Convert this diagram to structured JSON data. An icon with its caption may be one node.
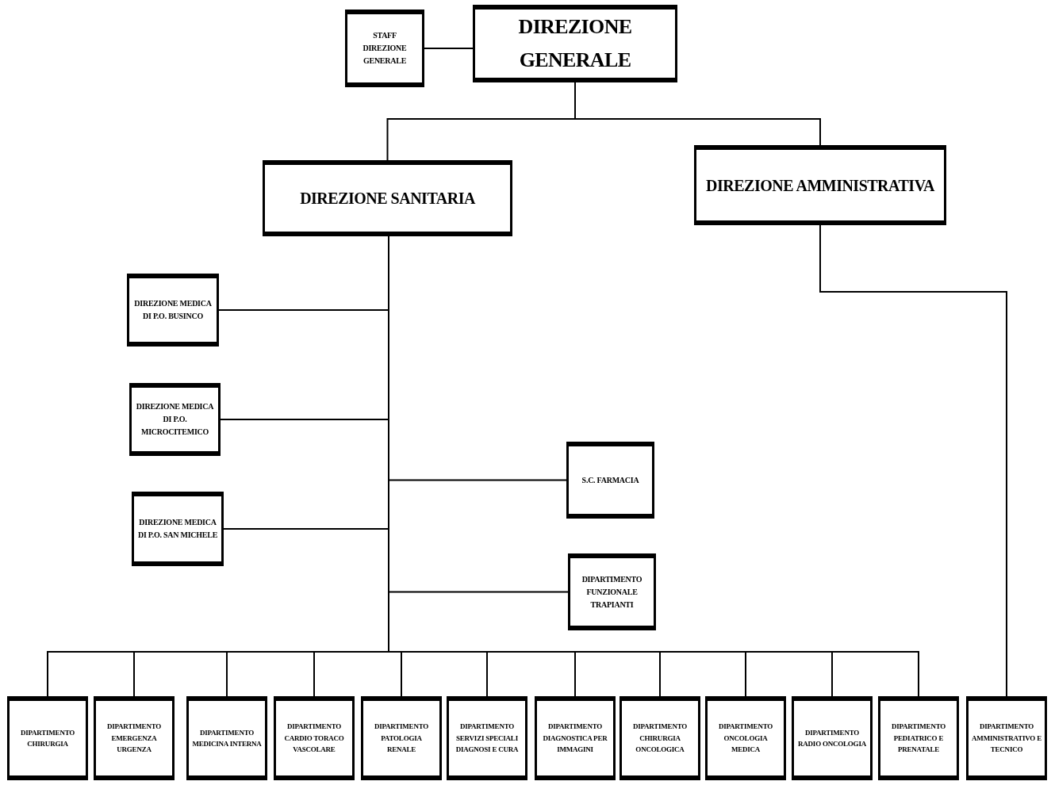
{
  "diagram": {
    "nodes": [
      {
        "text": [
          "STAFF DIREZIONE GENERALE"
        ]
      },
      {
        "text": [
          "DIREZIONE GENERALE"
        ]
      },
      {
        "text": [
          "DIREZIONE SANITARIA"
        ]
      },
      {
        "text": [
          "DIREZIONE AMMINISTRATIVA"
        ]
      },
      {
        "text": [
          "DIREZIONE MEDICA DI P.O. BUSINCO"
        ]
      },
      {
        "text": [
          "DIREZIONE MEDICA DI P.O. MICROCITEMICO"
        ]
      },
      {
        "text": [
          "DIREZIONE MEDICA DI P.O. SAN MICHELE"
        ]
      },
      {
        "text": [
          "S.C. FARMACIA"
        ]
      },
      {
        "text": [
          "DIPARTIMENTO FUNZIONALE TRAPIANTI"
        ]
      },
      {
        "text": [
          "DIPARTIMENTO CHIRURGIA"
        ]
      },
      {
        "text": [
          "DIPARTIMENTO EMERGENZA URGENZA"
        ]
      },
      {
        "text": [
          "DIPARTIMENTO MEDICINA INTERNA"
        ]
      },
      {
        "text": [
          "DIPARTIMENTO CARDIO TORACO VASCOLARE"
        ]
      },
      {
        "text": [
          "DIPARTIMENTO PATOLOGIA RENALE"
        ]
      },
      {
        "text": [
          "DIPARTIMENTO SERVIZI SPECIALI DIAGNOSI E CURA"
        ]
      },
      {
        "text": [
          "DIPARTIMENTO DIAGNOSTICA PER IMMAGINI"
        ]
      },
      {
        "text": [
          "DIPARTIMENTO CHIRURGIA ONCOLOGICA"
        ]
      },
      {
        "text": [
          "DIPARTIMENTO ONCOLOGIA MEDICA"
        ]
      },
      {
        "text": [
          "DIPARTIMENTO RADIO ONCOLOGIA"
        ]
      },
      {
        "text": [
          "DIPARTIMENTO PEDIATRICO E PRENATALE"
        ]
      },
      {
        "text": [
          "DIPARTIMENTO AMMINISTRATIVO E TECNICO"
        ]
      }
    ],
    "edges": [
      {
        "from": 0,
        "to": 1,
        "arrow": "none"
      },
      {
        "from": 1,
        "to": 2,
        "arrow": "none"
      },
      {
        "from": 1,
        "to": 3,
        "arrow": "none"
      },
      {
        "from": 2,
        "to": 4,
        "arrow": "none"
      },
      {
        "from": 2,
        "to": 5,
        "arrow": "none"
      },
      {
        "from": 2,
        "to": 6,
        "arrow": "none"
      },
      {
        "from": 2,
        "to": 7,
        "arrow": "none"
      },
      {
        "from": 2,
        "to": 8,
        "arrow": "none"
      },
      {
        "from": 2,
        "to": 9,
        "arrow": "none"
      },
      {
        "from": 2,
        "to": 10,
        "arrow": "none"
      },
      {
        "from": 2,
        "to": 11,
        "arrow": "none"
      },
      {
        "from": 2,
        "to": 12,
        "arrow": "none"
      },
      {
        "from": 2,
        "to": 13,
        "arrow": "none"
      },
      {
        "from": 2,
        "to": 14,
        "arrow": "none"
      },
      {
        "from": 2,
        "to": 15,
        "arrow": "none"
      },
      {
        "from": 2,
        "to": 16,
        "arrow": "none"
      },
      {
        "from": 2,
        "to": 17,
        "arrow": "none"
      },
      {
        "from": 2,
        "to": 18,
        "arrow": "none"
      },
      {
        "from": 2,
        "to": 19,
        "arrow": "none"
      },
      {
        "from": 3,
        "to": 20,
        "arrow": "none"
      }
    ]
  }
}
